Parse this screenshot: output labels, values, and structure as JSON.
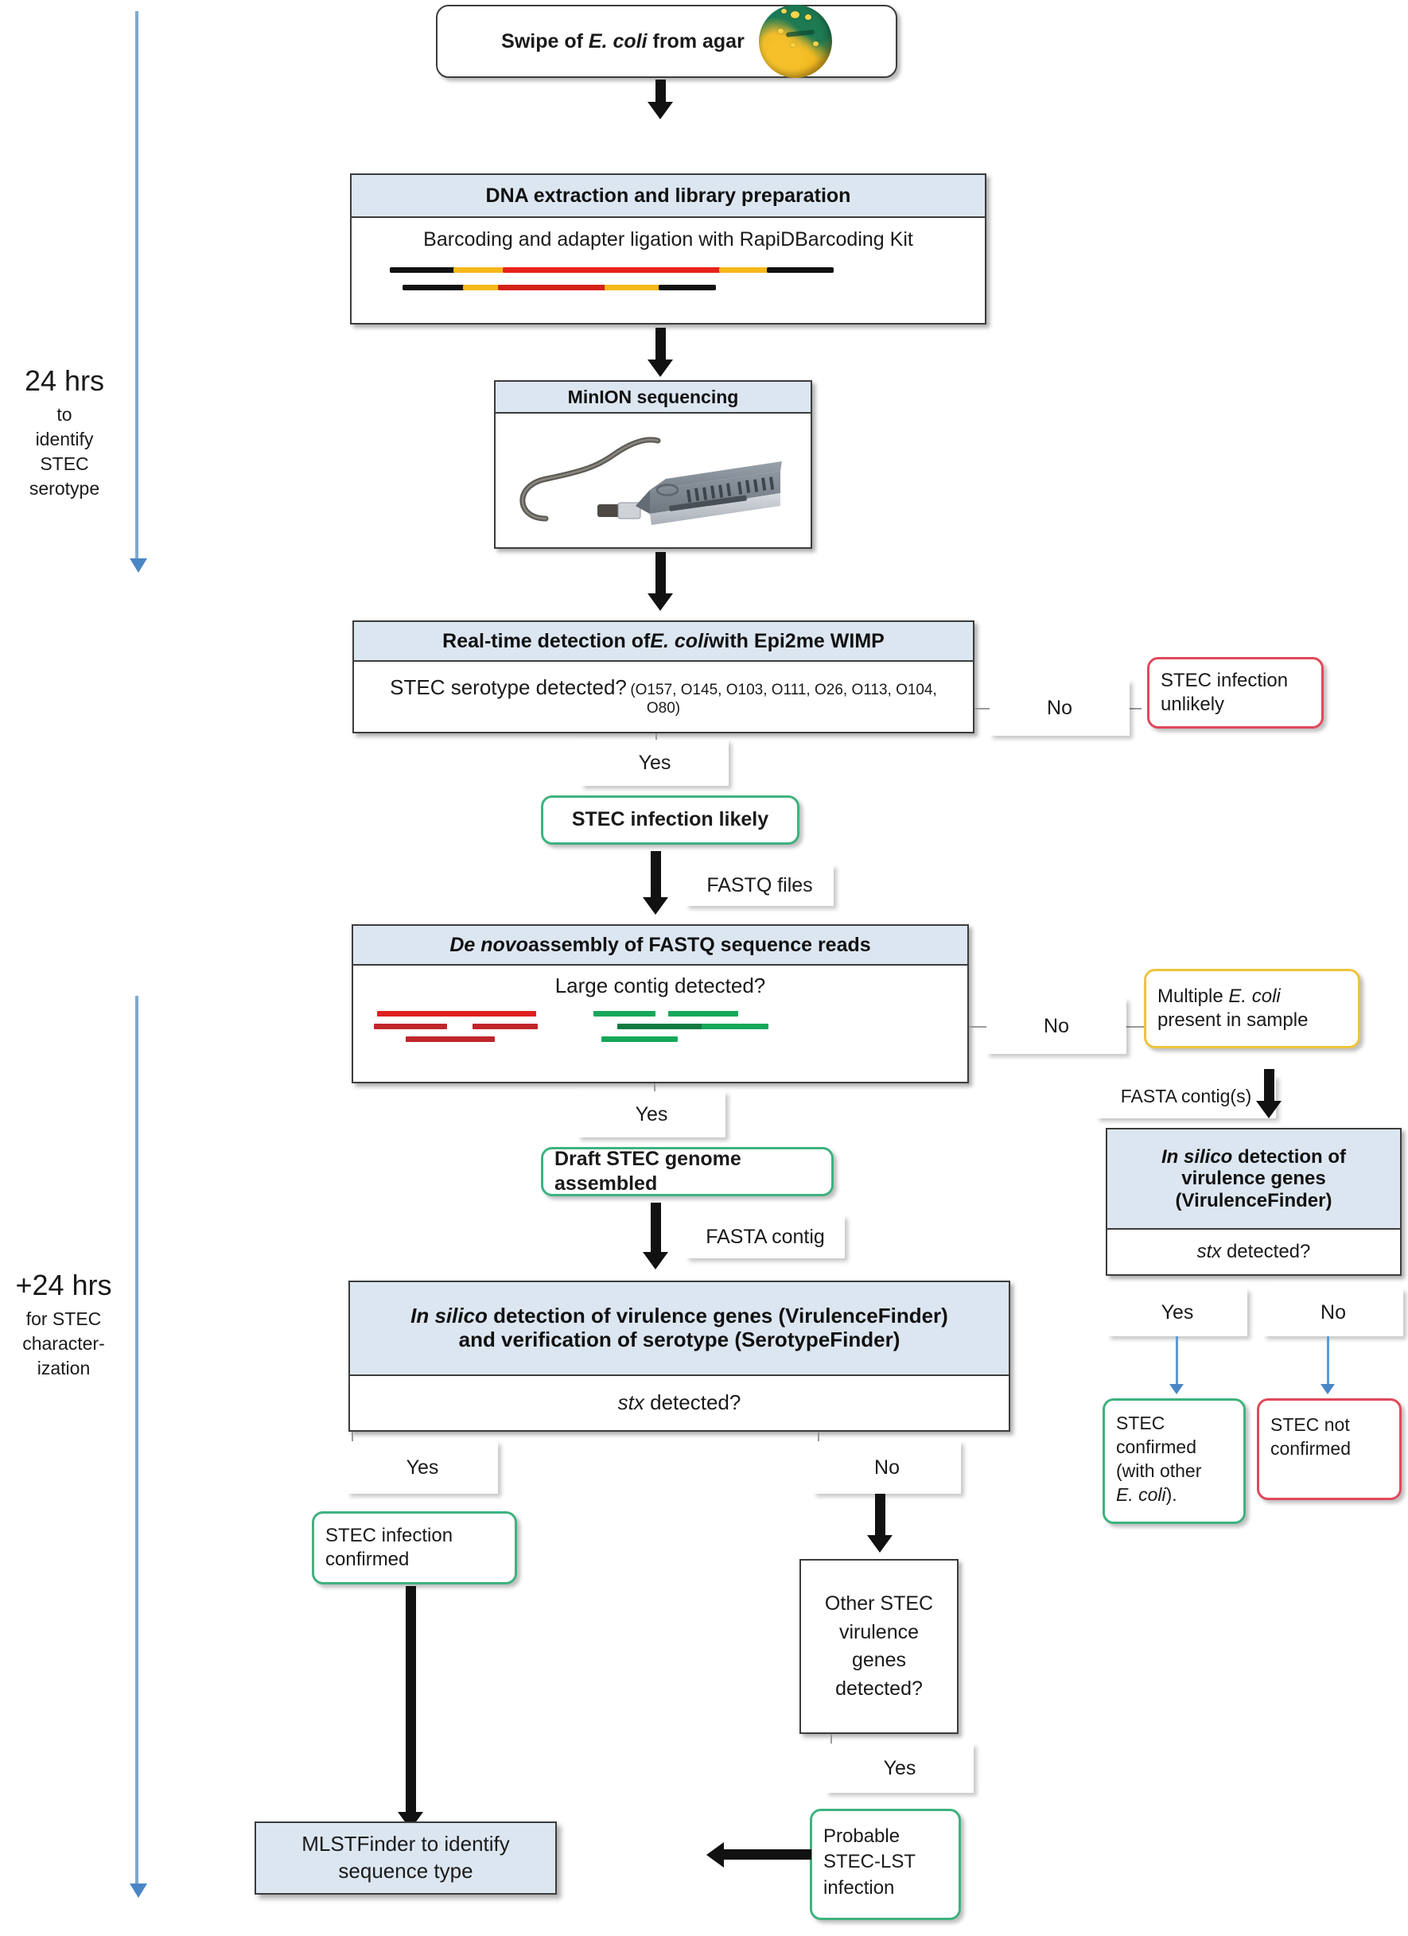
{
  "figure": {
    "type": "flowchart",
    "subject": "MinION nanopore sequencing workflow for STEC detection and characterization"
  },
  "timeline": [
    {
      "id": "phase-1",
      "duration": "24 hrs",
      "line1": "to",
      "line2": "identify",
      "line3": "STEC",
      "line4": "serotype"
    },
    {
      "id": "phase-2",
      "duration": "+24 hrs",
      "line1": "for STEC",
      "line2": "character-",
      "line3": "ization",
      "line4": ""
    }
  ],
  "nodes": {
    "swipe": {
      "label_a": "Swipe of ",
      "label_i": "E. coli",
      "label_b": " from agar",
      "icon": "petri-dish-icon"
    },
    "dna_extraction": {
      "header": "DNA extraction and library preparation",
      "body": "Barcoding and adapter ligation with RapiDBarcoding Kit",
      "icon": "dna-barcode-icon"
    },
    "minion": {
      "header": "MinION sequencing",
      "icon": "minion-sequencer-icon"
    },
    "realtime": {
      "header_a": "Real-time detection of ",
      "header_i": "E. coli",
      "header_b": " with Epi2me WIMP",
      "question": "STEC serotype detected?",
      "serotypes": "(O157, O145, O103, O111, O26, O113, O104, O80)"
    },
    "stec_unlikely": {
      "line1": "STEC infection",
      "line2": "unlikely",
      "border_color": "#e0495b"
    },
    "stec_likely": {
      "label": "STEC infection  likely",
      "border_color": "#3fb27f"
    },
    "denovo": {
      "header_i": "De novo",
      "header_b": " assembly of FASTQ sequence reads",
      "question": "Large contig detected?",
      "icon": "contig-reads-icon"
    },
    "multiple_ecoli": {
      "line1": "Multiple ",
      "line1_i": "E. coli",
      "line2": "present in sample",
      "border_color": "#edc43b"
    },
    "insilico_right": {
      "header_i": "In silico",
      "header_l1": " detection of",
      "header_l2": "virulence genes",
      "header_l3": "(VirulenceFinder)",
      "question_i": "stx",
      "question_b": " detected?"
    },
    "stec_confirmed_other": {
      "l1": "STEC",
      "l2": "confirmed",
      "l3": "(with other",
      "l4_i": "E. coli",
      "l4_b": ").",
      "border_color": "#3fb27f"
    },
    "stec_not_confirmed": {
      "l1": "STEC not",
      "l2": "confirmed",
      "border_color": "#e0495b"
    },
    "draft_genome": {
      "label": "Draft STEC genome assembled",
      "border_color": "#3fb27f"
    },
    "insilico_main": {
      "header_i": "In silico",
      "header_l1": " detection of virulence genes (VirulenceFinder)",
      "header_l2": "and verification of serotype (SerotypeFinder)",
      "question_i": "stx",
      "question_b": " detected?"
    },
    "stec_infection_confirmed": {
      "l1": "STEC infection",
      "l2": "confirmed",
      "border_color": "#3fb27f"
    },
    "other_virulence": {
      "l1": "Other STEC",
      "l2": "virulence",
      "l3": "genes",
      "l4": "detected?"
    },
    "probable_stec_lst": {
      "l1": "Probable",
      "l2": "STEC-LST",
      "l3": "infection",
      "border_color": "#3fb27f"
    },
    "mlst": {
      "l1": "MLSTFinder to identify",
      "l2": "sequence type"
    }
  },
  "edge_labels": {
    "no_1": "No",
    "yes_1": "Yes",
    "fastq_files": "FASTQ files",
    "no_2": "No",
    "yes_2": "Yes",
    "fasta_contigs": "FASTA contig(s)",
    "fasta_contig": "FASTA contig",
    "yes_right": "Yes",
    "no_right": "No",
    "yes_3": "Yes",
    "no_3": "No",
    "yes_4": "Yes"
  },
  "colors": {
    "header_fill": "#dce6f1",
    "border_dark": "#3c3c3c",
    "green": "#3fb27f",
    "red": "#e0495b",
    "amber": "#edc43b",
    "timeline_blue": "#7fa9d0",
    "dna_red": "#e8211c",
    "dna_yellow": "#f5b81b",
    "dna_black": "#111111",
    "contig_red": "#e02020",
    "contig_green": "#16a85a"
  }
}
